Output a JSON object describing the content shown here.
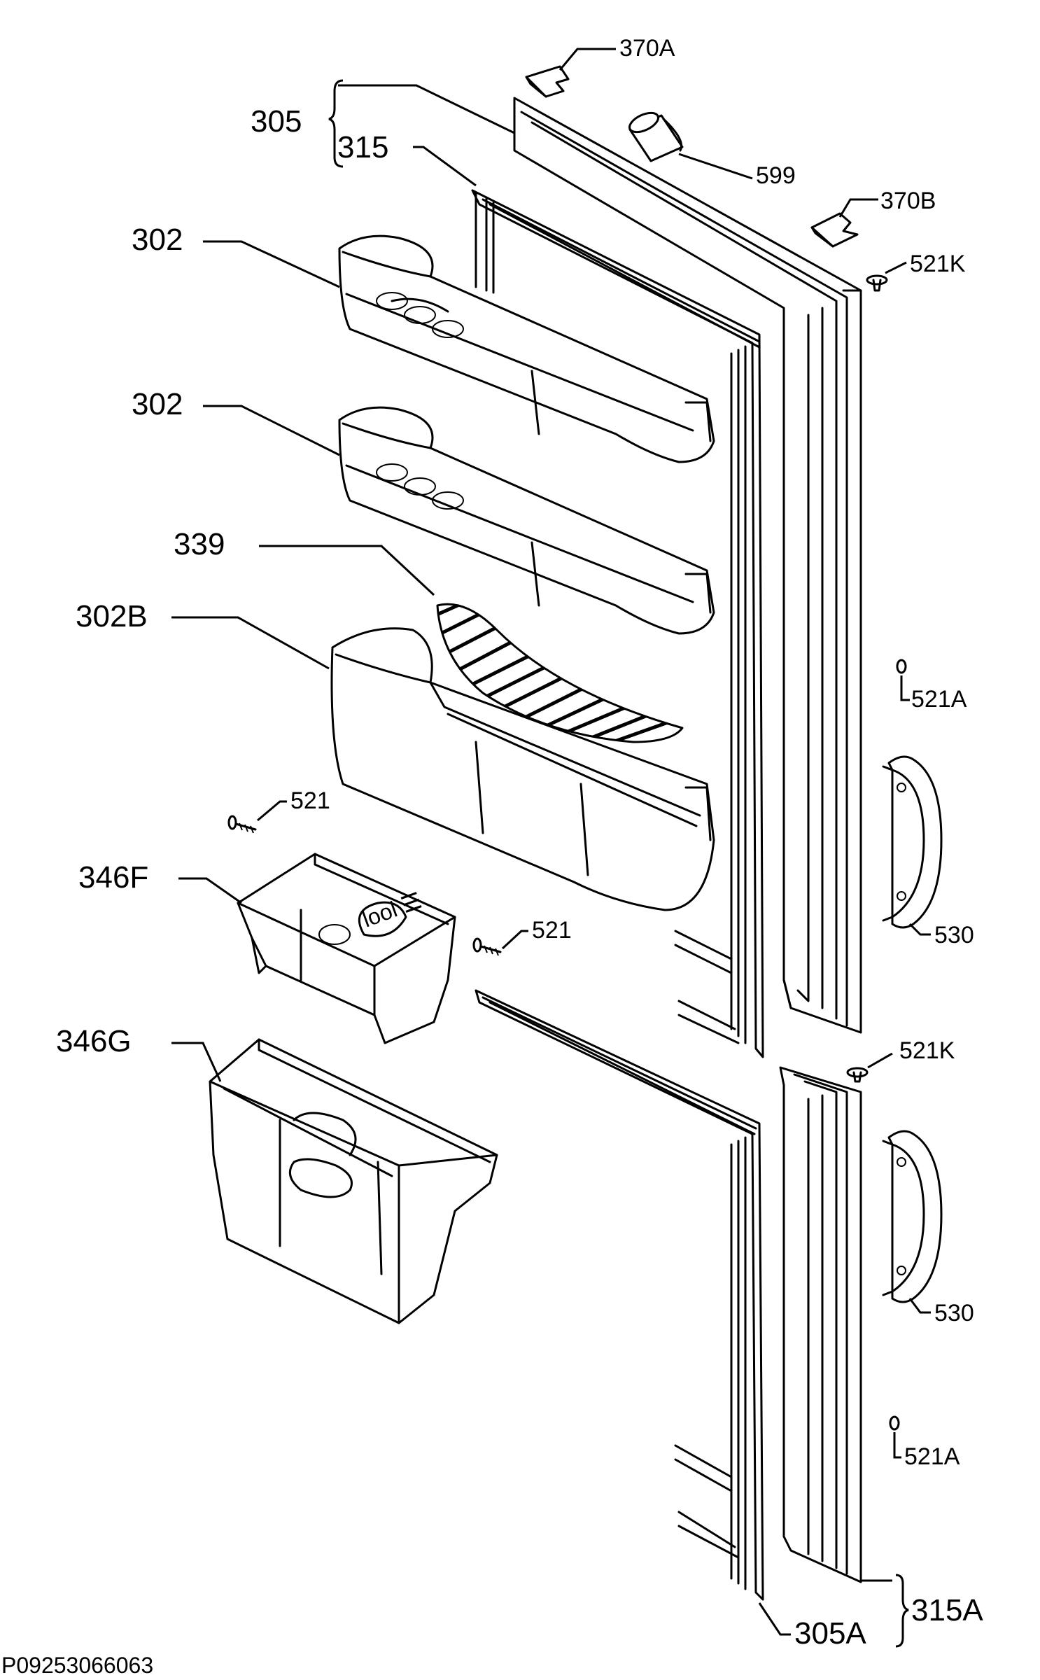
{
  "labels": {
    "l305": "305",
    "l315": "315",
    "l370a": "370A",
    "l599": "599",
    "l370b": "370B",
    "l521k_top": "521K",
    "l302_top": "302",
    "l302_mid": "302",
    "l339": "339",
    "l302b": "302B",
    "l521a_top": "521A",
    "l521_left": "521",
    "l346f": "346F",
    "l521_mid": "521",
    "l530_top": "530",
    "l521k_bot": "521K",
    "l346g": "346G",
    "l530_bot": "530",
    "l521a_bot": "521A",
    "l315a": "315A",
    "l305a": "305A"
  },
  "drawing_code": "P09253066063",
  "colors": {
    "ink": "#000000",
    "paper": "#ffffff"
  }
}
